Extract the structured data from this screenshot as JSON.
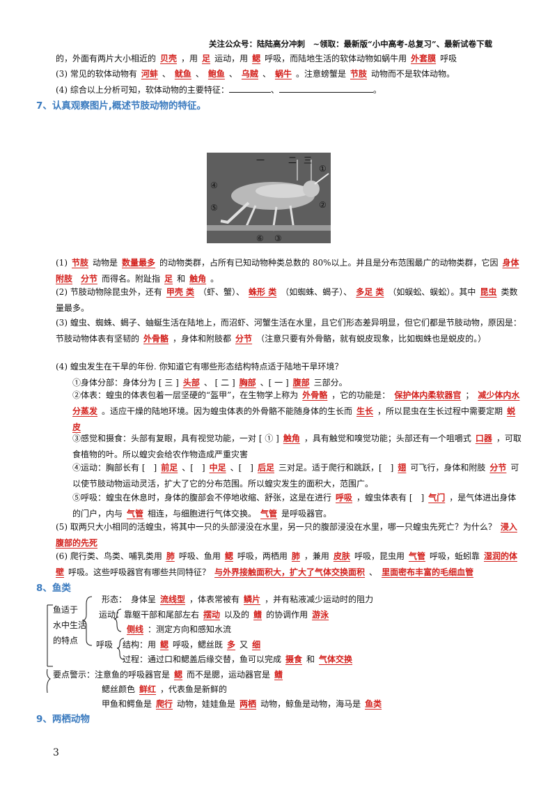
{
  "header": {
    "text": "关注公众号：陆陆高分冲刺　~领取：最新版“小中高考-总复习”、最新试卷下载"
  },
  "top": {
    "l1": {
      "t1": "的，外面有两片大小相近的",
      "a1": "贝壳",
      "t2": "，用",
      "a2": "足",
      "t3": "运动，用",
      "a3": "鳃",
      "t4": "呼吸，而陆地生活的软体动物如蜗牛用",
      "a4": "外套膜",
      "t5": "呼吸"
    },
    "l2": {
      "t1": "(3) 常见的软体动物有",
      "a1": "河蚌",
      "s1": "、",
      "a2": "鱿鱼",
      "s2": "、",
      "a3": "鲍鱼",
      "s3": "、",
      "a4": "乌贼",
      "s4": "、",
      "a5": "蜗牛",
      "t2": "。注意螃蟹是",
      "a6": "节肢",
      "t3": "动物而不是软体动物。"
    },
    "l3": {
      "t1": "(4) 综合以上分析可知，软体动物的主要特征：",
      "s1": "、",
      "t2": "。"
    }
  },
  "sec7": {
    "title": "7、认真观察图片,概述节肢动物的特征。",
    "figure_labels": [
      "一",
      "二",
      "三",
      "①",
      "②",
      "③",
      "④",
      "⑤",
      "⑥"
    ],
    "p1": {
      "t1": "(1)",
      "a1": "节肢",
      "t2": "动物是",
      "a2": "数量最多",
      "t3": "的动物类群，占所有已知动物种类总数的 80%以上。并且是分布范围最广的动物类群，它因",
      "a3": "身体附肢",
      "a4": "分节",
      "t4": "而得名。附趾指",
      "a5": "足",
      "t5": "和",
      "a6": "触角",
      "t6": "。"
    },
    "p2": {
      "t1": "(2) 节肢动物除昆虫外，还有",
      "a1": "甲壳 类",
      "t2": "（虾、蟹）、",
      "a2": "蛛形 类",
      "t3": "（如蜘蛛、蝎子）、",
      "a3": "多足 类",
      "t4": "（如蜈蚣、蜈蚣）。其中",
      "a4": "昆虫",
      "t5": "类数量最多。"
    },
    "p3": {
      "t1": "(3) 蝗虫、蜘蛛、蝎子、蚰蜒生活在陆地上，而沼虾、河蟹生活在水里，且它们形态差异明显，但它们都是节肢动物，原因是：节肢动物体表有坚韧的",
      "a1": "外骨骼",
      "t2": "，身体和附肢都",
      "a2": "分节",
      "t3": "（注意只要有外骨骼，就有蜕皮现象，比如蜘蛛也是蜕皮的。）"
    },
    "p4": {
      "q": "(4) 蝗虫发生在干旱的年份. 你知道它有哪些形态结构特点适于陆地干旱环境？",
      "i1": {
        "t1": "①身体分部：身体分为 [ 三 ]",
        "a1": "头部",
        "t2": "、 [ 二 ]",
        "a2": "胸部",
        "t3": "、[ 一 ]",
        "a3": "腹部",
        "t4": "三部分。"
      },
      "i2": {
        "t1": "②体表：蝗虫的体表包着一层坚硬的“盔甲”，在生物学上称为",
        "a1": "外骨骼",
        "t2": "，它的功能是：",
        "a2": "保护体内柔软器官",
        "t3": "；",
        "a3": "减少体内水分蒸发",
        "t4": "。适应干燥的陆地环境。因为蝗虫体表的外骨骼不能随身体的生长而",
        "a4": "生长",
        "t5": "，所以昆虫在生长过程中需要定期",
        "a5": "蜕皮"
      },
      "i3": {
        "t1": "③感觉和摄食：头部有复眼，具有视觉功能，一对 [ ① ]",
        "a1": "触角",
        "t2": "，具有触觉和嗅觉功能；头部还有一个咀嚼式",
        "a2": "口器",
        "t3": "，可取食植物的叶。所以蝗灾会给农作物造成严重灾害"
      },
      "i4": {
        "t1": "④运动：胸部长有 [　]",
        "a1": "前足",
        "s1": "、[　]",
        "a2": "中足",
        "s2": "、[　]",
        "a3": "后足",
        "t2": "三对足。适于爬行和跳跃，[　]",
        "a4": "翅",
        "t3": "可飞行，身体和附肢",
        "a5": "分节",
        "t4": "可以使节肢动物运动灵活，扩大了它的分布范围。所以蝗灾发生的面积大，范围广。"
      },
      "i5": {
        "t1": "⑤呼吸：蝗虫在休息时，身体的腹部会不停地收缩、舒张，这是在进行",
        "a1": "呼吸",
        "t2": "，蝗虫体表有 [　]",
        "a2": "气门",
        "t3": "，是气体进出身体的门户，内与",
        "a3": "气管",
        "t4": "相连，与细胞进行气体交换。",
        "a4": "气管",
        "t5": "是呼吸器官。"
      }
    },
    "p5": {
      "t1": "(5) 取两只大小相同的活蝗虫，将其中一只的头部浸没在水里，另一只的腹部浸没在水里，哪一只蝗虫先死亡？为什么？",
      "a1": "浸入腹部的先死"
    },
    "p6": {
      "t1": "(6) 爬行类、鸟类、哺乳类用",
      "a1": "肺",
      "t2": "呼吸、鱼用",
      "a2": "鳃",
      "t3": "呼吸，两栖用",
      "a3": "肺",
      "t4": "，兼用",
      "a4": "皮肤",
      "t5": "呼吸，昆虫用",
      "a5": "气管",
      "t6": "呼吸，蚯蚓靠",
      "a6": "湿润的体壁",
      "t7": "呼吸。这些呼吸器官有哪些共同特征？",
      "a7": "与外界接触面积大，扩大了气体交换面积",
      "s1": "、",
      "a8": "里面密布丰富的毛细血管"
    }
  },
  "sec8": {
    "title": "8、鱼类",
    "root": [
      "鱼适于",
      "水中生活",
      "的特点"
    ],
    "shape": {
      "t1": "形态：　身体呈",
      "a1": "流线型",
      "t2": "，体表常被有",
      "a2": "鳞片",
      "t3": "，并有粘液减少运动时的阻力"
    },
    "move1": {
      "t1": "运动：",
      "t2": "靠躯干部和尾部左右",
      "a1": "摆动",
      "t3": "以及的",
      "a2": "鳍",
      "t4": "的协调作用",
      "a3": "游泳"
    },
    "move2": {
      "a1": "侧线",
      "t1": "：测定方向和感知水流"
    },
    "resp_label": "呼吸",
    "struct": {
      "t1": "结构：用",
      "a1": "鳃",
      "t2": "呼吸，鳃丝既",
      "a2": "多",
      "t3": "又",
      "a3": "细"
    },
    "proc": {
      "t1": "过程：通过口和鳃盖后缘交替，鱼可以完成",
      "a1": "摄食",
      "t2": "和",
      "a2": "气体交换"
    },
    "note1": {
      "t1": "要点警示：注意鱼的呼吸器官是",
      "a1": "鳃",
      "t2": "而不是腮，运动器官是",
      "a2": "鳍"
    },
    "note2": {
      "t1": "鳃丝颜色",
      "a1": "鲜红",
      "t2": "，代表鱼是新鲜的"
    },
    "note3": {
      "t1": "甲鱼和鳄鱼是",
      "a1": "爬行",
      "t2": "动物，娃娃鱼是",
      "a2": "两栖",
      "t3": "动物，鲸鱼是动物，海马是",
      "a3": "鱼类"
    }
  },
  "sec9": {
    "title": "9、两栖动物"
  },
  "page_number": "3",
  "colors": {
    "answer": "#d3201c",
    "section": "#3b7bbf"
  }
}
